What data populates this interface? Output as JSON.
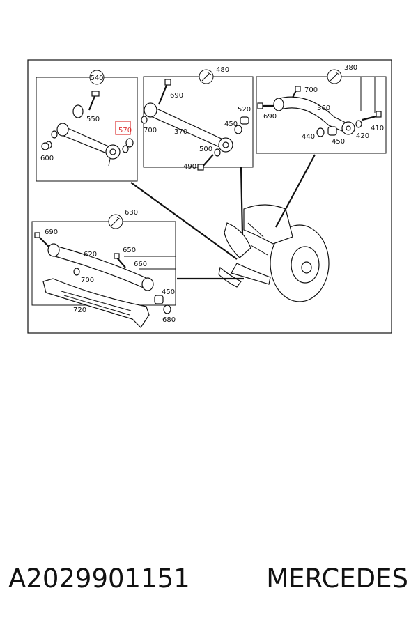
{
  "caption": {
    "part_number": "A2029901151",
    "brand": "MERCEDES"
  },
  "groups": [
    {
      "id": "540",
      "icon": "none",
      "labels": [
        "550",
        "570",
        "600"
      ]
    },
    {
      "id": "480",
      "icon": "wrench-icon",
      "labels": [
        "690",
        "700",
        "370",
        "520",
        "450",
        "500",
        "490"
      ]
    },
    {
      "id": "380",
      "icon": "wrench-icon",
      "labels": [
        "700",
        "690",
        "360",
        "410",
        "440",
        "450",
        "420"
      ]
    },
    {
      "id": "630",
      "icon": "wrench-icon",
      "labels": [
        "690",
        "620",
        "650",
        "660",
        "700",
        "450",
        "680",
        "720"
      ]
    }
  ],
  "highlighted_label": "570",
  "colors": {
    "highlight": "#d33",
    "line": "#111"
  }
}
